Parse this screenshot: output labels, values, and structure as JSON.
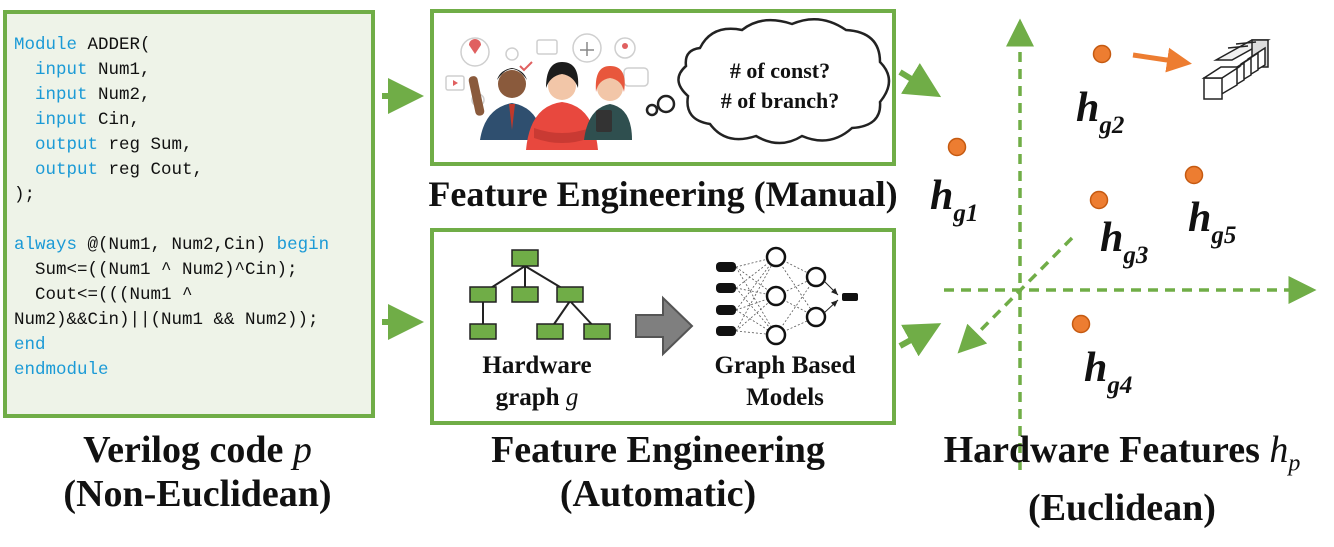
{
  "colors": {
    "accent_green": "#70ad47",
    "orange": "#ed7d31",
    "code_keyword": "#1b9ad6",
    "code_bg": "#eef3e8"
  },
  "code": {
    "lines": [
      [
        {
          "t": "Module",
          "kw": true
        },
        {
          "t": " ADDER("
        }
      ],
      [
        {
          "t": "  "
        },
        {
          "t": "input",
          "kw": true
        },
        {
          "t": " Num1,"
        }
      ],
      [
        {
          "t": "  "
        },
        {
          "t": "input",
          "kw": true
        },
        {
          "t": " Num2,"
        }
      ],
      [
        {
          "t": "  "
        },
        {
          "t": "input",
          "kw": true
        },
        {
          "t": " Cin,"
        }
      ],
      [
        {
          "t": "  "
        },
        {
          "t": "output",
          "kw": true
        },
        {
          "t": " reg Sum,"
        }
      ],
      [
        {
          "t": "  "
        },
        {
          "t": "output",
          "kw": true
        },
        {
          "t": " reg Cout,"
        }
      ],
      [
        {
          "t": ");"
        }
      ],
      [
        {
          "t": ""
        }
      ],
      [
        {
          "t": "always",
          "kw": true
        },
        {
          "t": " @(Num1, Num2,Cin) "
        },
        {
          "t": "begin",
          "kw": true
        }
      ],
      [
        {
          "t": "  Sum<=((Num1 ^ Num2)^Cin);"
        }
      ],
      [
        {
          "t": "  Cout<=(((Num1 ^"
        }
      ],
      [
        {
          "t": "Num2)&&Cin)||(Num1 && Num2));"
        }
      ],
      [
        {
          "t": "end",
          "kw": true
        }
      ],
      [
        {
          "t": "endmodule",
          "kw": true
        }
      ]
    ]
  },
  "captions": {
    "verilog": {
      "line1": "Verilog code ",
      "var": "p",
      "line2": "(Non-Euclidean)"
    },
    "manual": "Feature Engineering (Manual)",
    "automatic": {
      "line1": "Feature Engineering",
      "line2": "(Automatic)"
    },
    "hardware": {
      "line1": "Hardware Features ",
      "var": "h",
      "sub": "p",
      "line2": "(Euclidean)"
    }
  },
  "thought_bubble": {
    "line1": "# of const?",
    "line2": "# of branch?"
  },
  "auto_panel": {
    "graph_label": {
      "line1": "Hardware",
      "line2": "graph ",
      "var": "g"
    },
    "model_label": {
      "line1": "Graph Based",
      "line2": "Models"
    }
  },
  "feature_points": [
    {
      "h": "h",
      "sub": "g1"
    },
    {
      "h": "h",
      "sub": "g2"
    },
    {
      "h": "h",
      "sub": "g3"
    },
    {
      "h": "h",
      "sub": "g4"
    },
    {
      "h": "h",
      "sub": "g5"
    }
  ]
}
